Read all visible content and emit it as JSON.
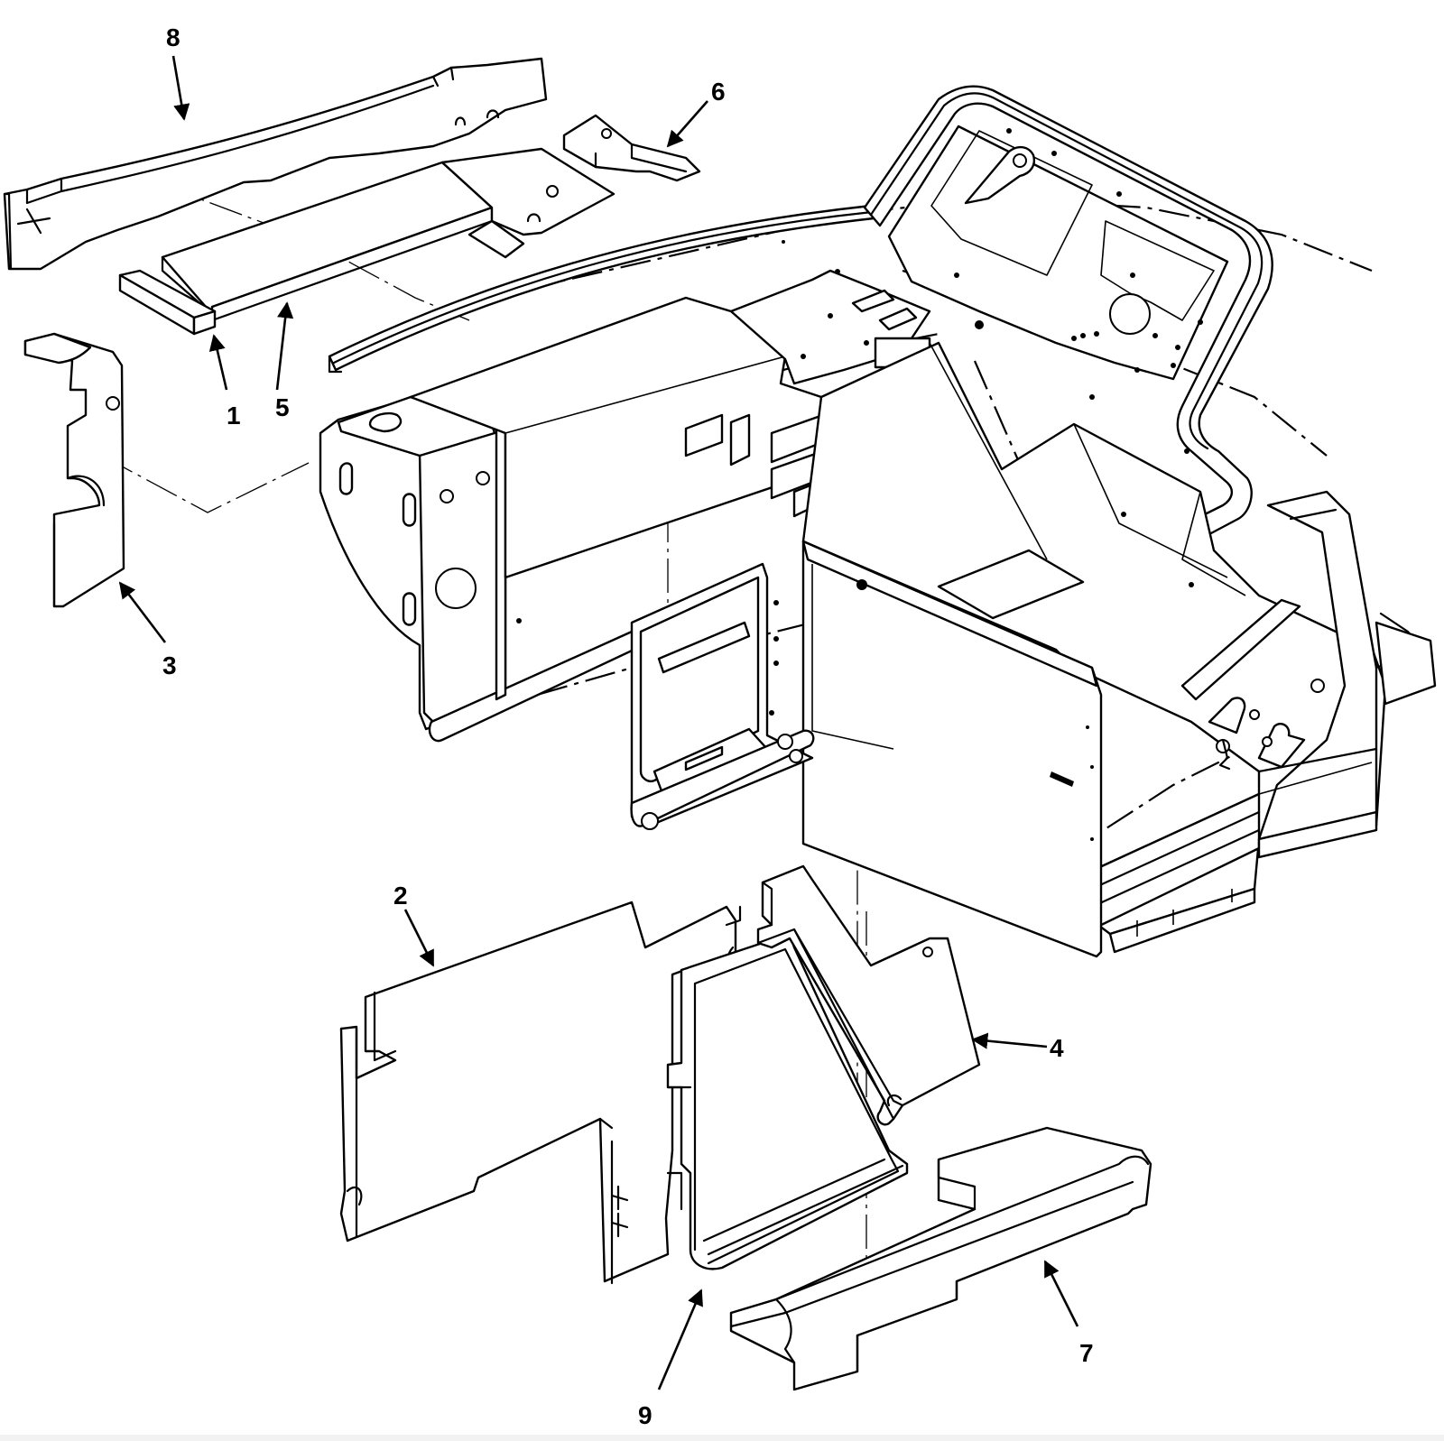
{
  "figure": {
    "callouts": [
      {
        "id": "c1",
        "label": "1"
      },
      {
        "id": "c2",
        "label": "2"
      },
      {
        "id": "c3",
        "label": "3"
      },
      {
        "id": "c4",
        "label": "4"
      },
      {
        "id": "c5",
        "label": "5"
      },
      {
        "id": "c6",
        "label": "6"
      },
      {
        "id": "c7",
        "label": "7"
      },
      {
        "id": "c8",
        "label": "8"
      },
      {
        "id": "c9",
        "label": "9"
      }
    ],
    "colors": {
      "line": "#000000",
      "background": "#ffffff"
    }
  }
}
